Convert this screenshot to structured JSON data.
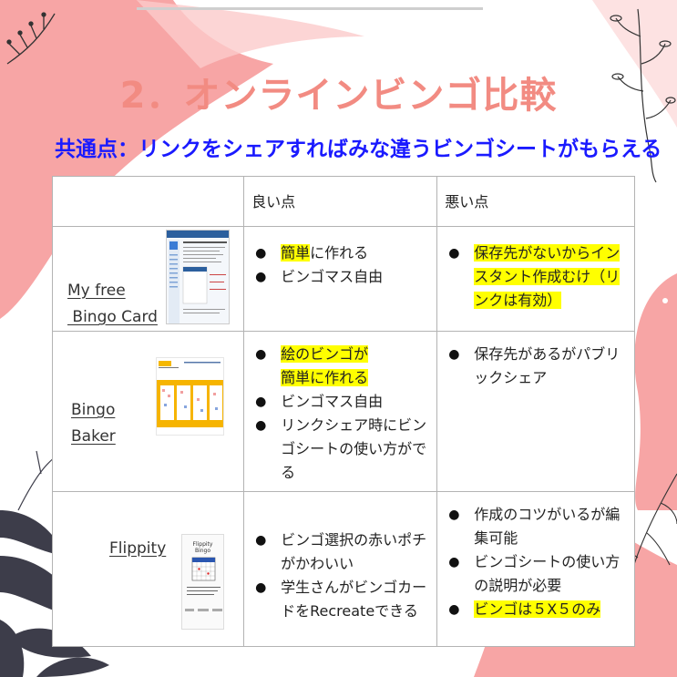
{
  "title": "2．オンラインビンゴ比較",
  "subtitle": "共通点：リンクをシェアすればみな違うビンゴシートがもらえる",
  "table": {
    "headers": [
      "",
      "良い点",
      "悪い点"
    ],
    "rows": [
      {
        "name_lines": [
          "My free",
          " Bingo Card"
        ],
        "good": [
          {
            "segments": [
              {
                "text": "簡単",
                "hl": true
              },
              {
                "text": "に作れる",
                "hl": false
              }
            ]
          },
          {
            "segments": [
              {
                "text": "ビンゴマス自由",
                "hl": false
              }
            ]
          }
        ],
        "bad": [
          {
            "segments": [
              {
                "text": "保存先がないからインスタント作成むけ（リンクは有効）",
                "hl": true
              }
            ]
          }
        ]
      },
      {
        "name_lines": [
          "Bingo",
          "Baker"
        ],
        "good": [
          {
            "segments": [
              {
                "text": "絵のビンゴが簡単に作れる",
                "hl": true
              }
            ]
          },
          {
            "segments": [
              {
                "text": "ビンゴマス自由",
                "hl": false
              }
            ]
          },
          {
            "segments": [
              {
                "text": "リンクシェア時にビンゴシートの使い方がでる",
                "hl": false
              }
            ]
          }
        ],
        "bad": [
          {
            "segments": [
              {
                "text": "保存先があるがパブリックシェア",
                "hl": false
              }
            ]
          }
        ]
      },
      {
        "name_lines": [
          "Flippity"
        ],
        "good": [
          {
            "segments": [
              {
                "text": "ビンゴ選択の赤いポチがかわいい",
                "hl": false
              }
            ]
          },
          {
            "segments": [
              {
                "text": "学生さんがビンゴカードをRecreateできる",
                "hl": false
              }
            ]
          }
        ],
        "bad": [
          {
            "segments": [
              {
                "text": "作成のコツがいるが編集可能",
                "hl": false
              }
            ]
          },
          {
            "segments": [
              {
                "text": "ビンゴシートの使い方の説明が必要",
                "hl": false
              }
            ]
          },
          {
            "segments": [
              {
                "text": "ビンゴは５X５のみ",
                "hl": true
              }
            ]
          }
        ]
      }
    ]
  },
  "thumbnails": {
    "myfree": {
      "icon": "myfreebingocard-screenshot"
    },
    "bingobaker": {
      "icon": "bingobaker-screenshot"
    },
    "flippity": {
      "lines": [
        "Flippity",
        "Bingo"
      ],
      "icon": "flippity-screenshot"
    }
  },
  "colors": {
    "title": "#f28b82",
    "subtitle": "#1a1aff",
    "highlight": "#ffff00",
    "blob": "#f7a5a5"
  }
}
